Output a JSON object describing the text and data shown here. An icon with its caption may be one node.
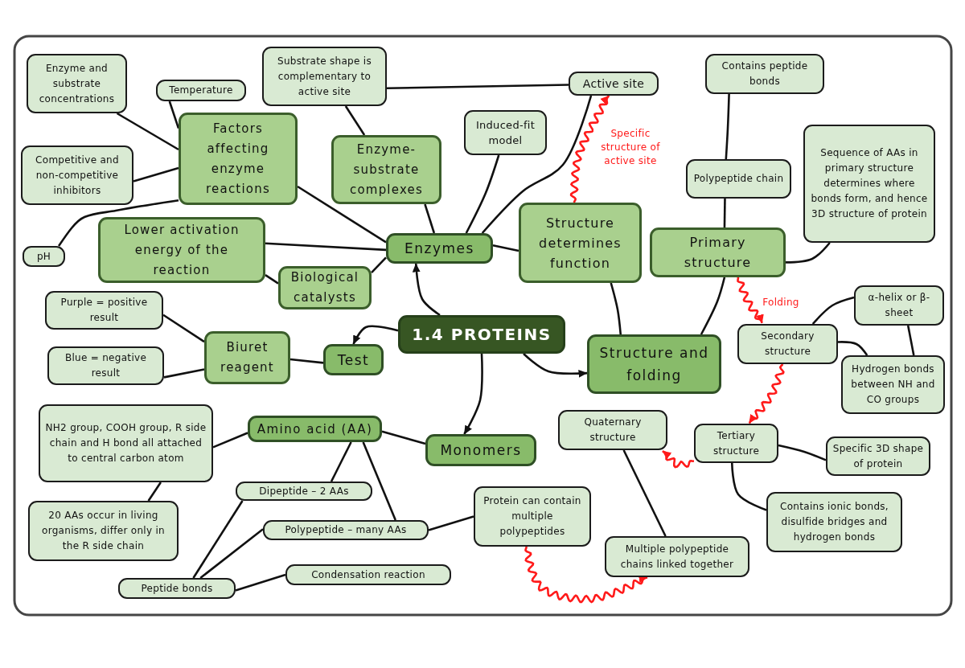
{
  "diagram": {
    "nodes": [
      {
        "text": [
          "1.4 PROTEINS"
        ]
      },
      {
        "text": [
          "Enzymes"
        ]
      },
      {
        "text": [
          "Factors affecting enzyme reactions"
        ]
      },
      {
        "text": [
          "Enzyme and substrate concentrations"
        ]
      },
      {
        "text": [
          "Temperature"
        ]
      },
      {
        "text": [
          "Competitive and non-competitive inhibitors"
        ]
      },
      {
        "text": [
          "pH"
        ]
      },
      {
        "text": [
          "Substrate shape is complementary to active site"
        ]
      },
      {
        "text": [
          "Active site"
        ]
      },
      {
        "text": [
          "Enzyme-substrate complexes"
        ]
      },
      {
        "text": [
          "Induced-fit model"
        ]
      },
      {
        "text": [
          "Lower activation energy of the reaction"
        ]
      },
      {
        "text": [
          "Biological catalysts"
        ]
      },
      {
        "text": [
          "Structure determines function"
        ]
      },
      {
        "text": [
          "Primary structure"
        ]
      },
      {
        "text": [
          "Polypeptide chain"
        ]
      },
      {
        "text": [
          "Contains peptide bonds"
        ]
      },
      {
        "text": [
          "Sequence of AAs in primary structure determines where bonds form, and hence 3D structure of protein"
        ]
      },
      {
        "text": [
          "Structure and folding"
        ]
      },
      {
        "text": [
          "Secondary structure"
        ]
      },
      {
        "text": [
          "α-helix or β-sheet"
        ]
      },
      {
        "text": [
          "Hydrogen bonds between NH and CO groups"
        ]
      },
      {
        "text": [
          "Tertiary structure"
        ]
      },
      {
        "text": [
          "Specific 3D shape of protein"
        ]
      },
      {
        "text": [
          "Contains ionic bonds, disulfide bridges and hydrogen bonds"
        ]
      },
      {
        "text": [
          "Quaternary structure"
        ]
      },
      {
        "text": [
          "Multiple polypeptide chains linked together"
        ]
      },
      {
        "text": [
          "Test"
        ]
      },
      {
        "text": [
          "Biuret reagent"
        ]
      },
      {
        "text": [
          "Purple = positive result"
        ]
      },
      {
        "text": [
          "Blue = negative result"
        ]
      },
      {
        "text": [
          "Monomers"
        ]
      },
      {
        "text": [
          "Amino acid (AA)"
        ]
      },
      {
        "text": [
          "NH2 group, COOH group, R side chain and H bond all attached to central carbon atom"
        ]
      },
      {
        "text": [
          "20 AAs occur in living organisms, differ only in the R side chain"
        ]
      },
      {
        "text": [
          "Dipeptide – 2 AAs"
        ]
      },
      {
        "text": [
          "Polypeptide – many AAs"
        ]
      },
      {
        "text": [
          "Protein can contain multiple polypeptides"
        ]
      },
      {
        "text": [
          "Peptide bonds"
        ]
      },
      {
        "text": [
          "Condensation reaction"
        ]
      }
    ],
    "edges": [
      {
        "from": 0,
        "to": 1,
        "arrow": "to"
      },
      {
        "from": 0,
        "to": 27,
        "arrow": "to"
      },
      {
        "from": 0,
        "to": 31,
        "arrow": "to"
      },
      {
        "from": 0,
        "to": 18,
        "arrow": "to"
      },
      {
        "from": 2,
        "to": 1,
        "arrow": "none"
      },
      {
        "from": 3,
        "to": 2,
        "arrow": "none"
      },
      {
        "from": 4,
        "to": 2,
        "arrow": "none"
      },
      {
        "from": 5,
        "to": 2,
        "arrow": "none"
      },
      {
        "from": 6,
        "to": 2,
        "arrow": "none"
      },
      {
        "from": 11,
        "to": 1,
        "arrow": "none"
      },
      {
        "from": 12,
        "to": 1,
        "arrow": "none"
      },
      {
        "from": 11,
        "to": 12,
        "arrow": "none"
      },
      {
        "from": 9,
        "to": 1,
        "arrow": "none"
      },
      {
        "from": 7,
        "to": 9,
        "arrow": "none"
      },
      {
        "from": 7,
        "to": 8,
        "arrow": "none"
      },
      {
        "from": 10,
        "to": 1,
        "arrow": "none"
      },
      {
        "from": 8,
        "to": 1,
        "arrow": "none"
      },
      {
        "from": 1,
        "to": 13,
        "arrow": "none"
      },
      {
        "from": 13,
        "to": 18,
        "arrow": "none"
      },
      {
        "from": 13,
        "to": 8,
        "arrow": "to",
        "label": "Specific structure of active site",
        "color": "#ff1a1a"
      },
      {
        "from": 18,
        "to": 14,
        "arrow": "none"
      },
      {
        "from": 14,
        "to": 15,
        "arrow": "none"
      },
      {
        "from": 15,
        "to": 16,
        "arrow": "none"
      },
      {
        "from": 14,
        "to": 17,
        "arrow": "none"
      },
      {
        "from": 14,
        "to": 19,
        "arrow": "to",
        "label": "Folding",
        "color": "#ff1a1a"
      },
      {
        "from": 19,
        "to": 20,
        "arrow": "none"
      },
      {
        "from": 19,
        "to": 21,
        "arrow": "none"
      },
      {
        "from": 20,
        "to": 21,
        "arrow": "none"
      },
      {
        "from": 19,
        "to": 22,
        "arrow": "to",
        "color": "#ff1a1a"
      },
      {
        "from": 22,
        "to": 23,
        "arrow": "none"
      },
      {
        "from": 22,
        "to": 24,
        "arrow": "none"
      },
      {
        "from": 22,
        "to": 25,
        "arrow": "to",
        "color": "#ff1a1a"
      },
      {
        "from": 25,
        "to": 26,
        "arrow": "none"
      },
      {
        "from": 37,
        "to": 26,
        "arrow": "to",
        "color": "#ff1a1a"
      },
      {
        "from": 27,
        "to": 28,
        "arrow": "none"
      },
      {
        "from": 28,
        "to": 29,
        "arrow": "none"
      },
      {
        "from": 28,
        "to": 30,
        "arrow": "none"
      },
      {
        "from": 31,
        "to": 32,
        "arrow": "none"
      },
      {
        "from": 32,
        "to": 33,
        "arrow": "none"
      },
      {
        "from": 33,
        "to": 34,
        "arrow": "none"
      },
      {
        "from": 32,
        "to": 35,
        "arrow": "none"
      },
      {
        "from": 32,
        "to": 36,
        "arrow": "none"
      },
      {
        "from": 35,
        "to": 38,
        "arrow": "none"
      },
      {
        "from": 36,
        "to": 38,
        "arrow": "none"
      },
      {
        "from": 38,
        "to": 39,
        "arrow": "none"
      },
      {
        "from": 36,
        "to": 37,
        "arrow": "none"
      }
    ]
  }
}
